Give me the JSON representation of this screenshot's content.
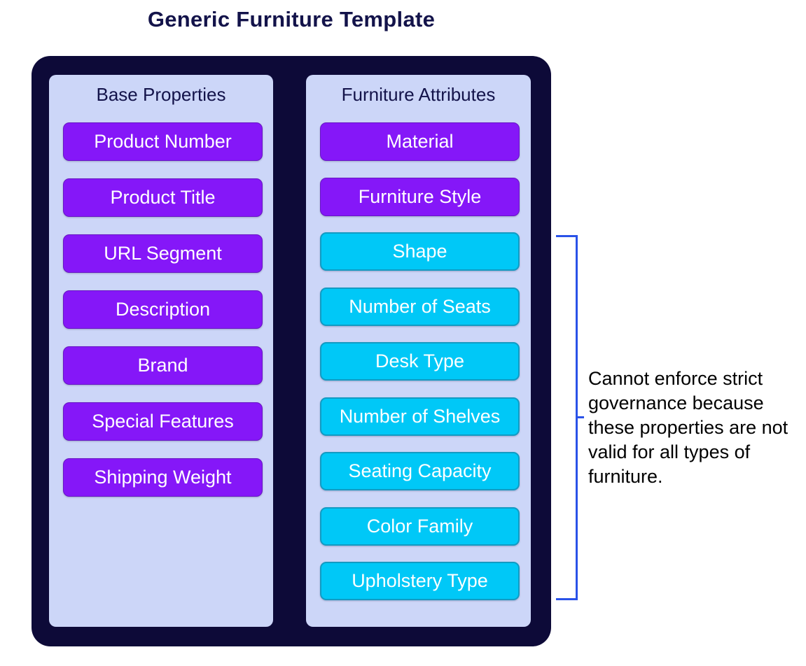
{
  "title": "Generic Furniture Template",
  "diagram": {
    "columns": [
      {
        "header": "Base Properties",
        "items": [
          {
            "label": "Product Number",
            "kind": "base"
          },
          {
            "label": "Product Title",
            "kind": "base"
          },
          {
            "label": "URL Segment",
            "kind": "base"
          },
          {
            "label": "Description",
            "kind": "base"
          },
          {
            "label": "Brand",
            "kind": "base"
          },
          {
            "label": "Special Features",
            "kind": "base"
          },
          {
            "label": "Shipping Weight",
            "kind": "base"
          }
        ]
      },
      {
        "header": "Furniture Attributes",
        "items": [
          {
            "label": "Material",
            "kind": "base"
          },
          {
            "label": "Furniture Style",
            "kind": "base"
          },
          {
            "label": "Shape",
            "kind": "variant"
          },
          {
            "label": "Number of Seats",
            "kind": "variant"
          },
          {
            "label": "Desk Type",
            "kind": "variant"
          },
          {
            "label": "Number of Shelves",
            "kind": "variant"
          },
          {
            "label": "Seating Capacity",
            "kind": "variant"
          },
          {
            "label": "Color Family",
            "kind": "variant"
          },
          {
            "label": "Upholstery Type",
            "kind": "variant"
          }
        ]
      }
    ]
  },
  "annotation": {
    "text": "Cannot enforce strict governance because these properties are not valid for all types of furniture.",
    "lines": [
      "Cannot enforce strict",
      "governance because",
      "these properties are not",
      "valid for all types of",
      "furniture."
    ]
  },
  "colors": {
    "canvas_navy": "#0d0a38",
    "panel_lavender": "#ccd6f8",
    "pill_purple": "#8517f8",
    "pill_cyan": "#00c8f7",
    "bracket_blue": "#2a52e8",
    "heading_navy": "#13134a",
    "pill_text": "#ffffff",
    "annotation_text": "#000000"
  }
}
